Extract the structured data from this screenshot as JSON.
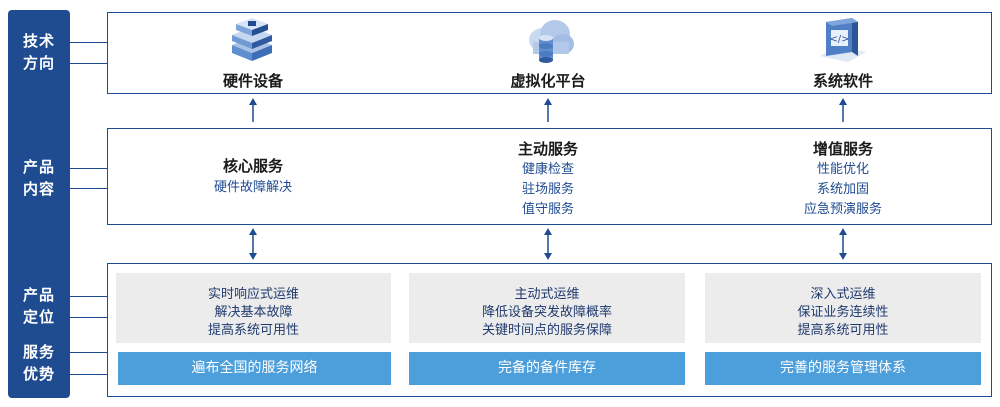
{
  "sidebar": {
    "tech_direction": [
      "技术",
      "方向"
    ],
    "product_content": [
      "产品",
      "内容"
    ],
    "product_position": [
      "产品",
      "定位"
    ],
    "service_advantage": [
      "服务",
      "优势"
    ]
  },
  "tech": {
    "hardware": {
      "label": "硬件设备",
      "icon": "server-icon"
    },
    "virtual": {
      "label": "虚拟化平台",
      "icon": "cloud-database-icon"
    },
    "software": {
      "label": "系统软件",
      "icon": "code-window-icon"
    }
  },
  "content": {
    "core": {
      "title": "核心服务",
      "items": [
        "硬件故障解决"
      ]
    },
    "active": {
      "title": "主动服务",
      "items": [
        "健康检查",
        "驻场服务",
        "值守服务"
      ]
    },
    "value": {
      "title": "增值服务",
      "items": [
        "性能优化",
        "系统加固",
        "应急预演服务"
      ]
    }
  },
  "position": {
    "col1": [
      "实时响应式运维",
      "解决基本故障",
      "提高系统可用性"
    ],
    "col2": [
      "主动式运维",
      "降低设备突发故障概率",
      "关键时间点的服务保障"
    ],
    "col3": [
      "深入式运维",
      "保证业务连续性",
      "提高系统可用性"
    ]
  },
  "advantage": {
    "col1": "遍布全国的服务网络",
    "col2": "完备的备件库存",
    "col3": "完善的服务管理体系"
  },
  "colors": {
    "navy": "#1f4b91",
    "light_blue": "#4d9fdb",
    "grey": "#ececec"
  }
}
